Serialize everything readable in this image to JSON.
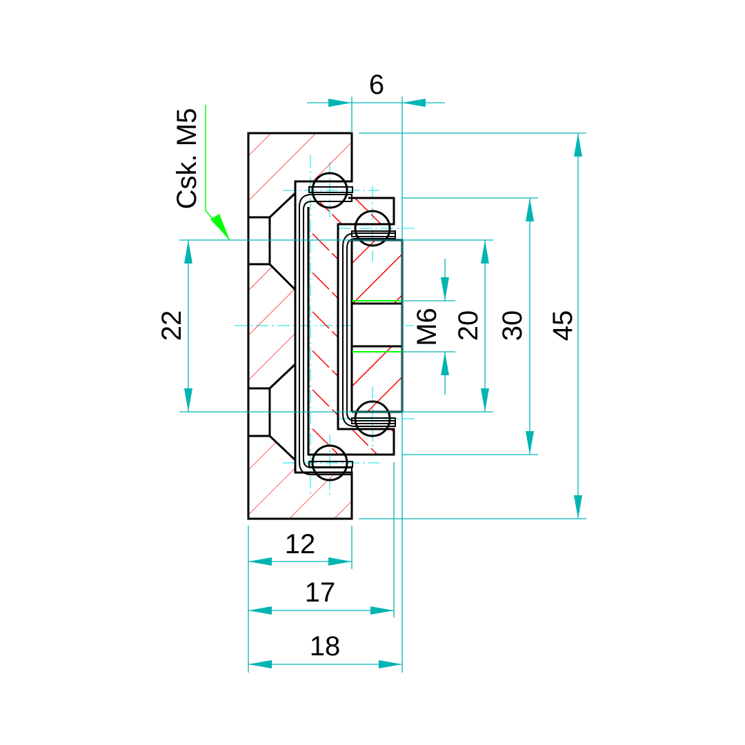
{
  "drawing": {
    "note_countersink": "Csk. M5",
    "dimensions": {
      "top_offset": "6",
      "total_height": "45",
      "rail_height": "30",
      "inner_height": "20",
      "thread": "M6",
      "hole_pitch": "22",
      "body_width": "12",
      "extended_width": "17",
      "total_width": "18"
    },
    "colors": {
      "outline": "#000000",
      "hatch": "#ff0000",
      "dimension": "#00b4b4",
      "leader": "#00ff00"
    }
  }
}
